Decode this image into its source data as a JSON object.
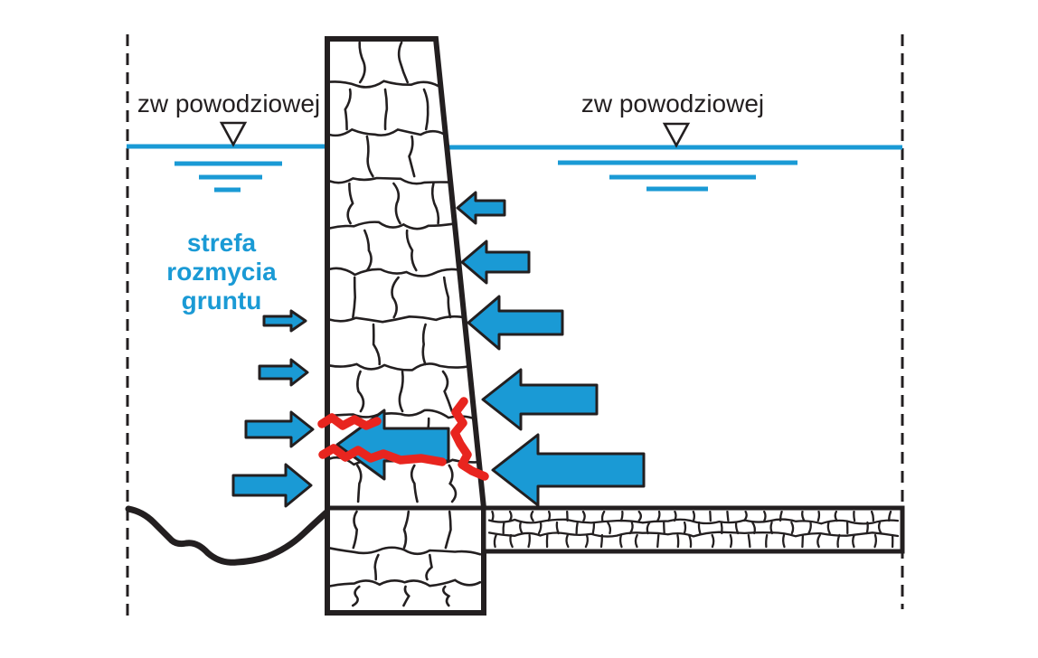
{
  "diagram": {
    "water_level_label_left": "zw powodziowej",
    "water_level_label_right": "zw powodziowej",
    "scour_zone": {
      "line1": "strefa",
      "line2": "rozmycia",
      "line3": "gruntu"
    }
  },
  "colors": {
    "water_blue": "#1A9AD5",
    "arrow_blue": "#1A9AD5",
    "crack_red": "#E8251F",
    "ink": "#231F20"
  }
}
